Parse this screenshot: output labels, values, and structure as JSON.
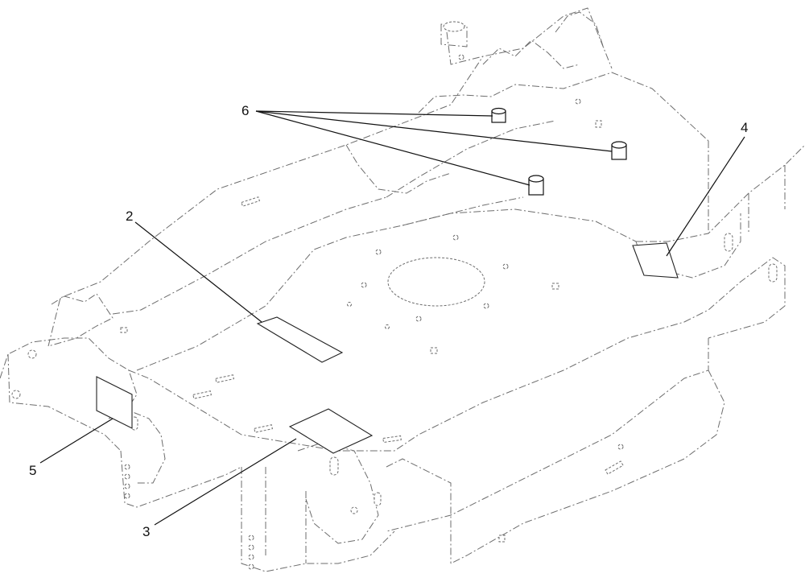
{
  "callouts": {
    "item_2": "2",
    "item_3": "3",
    "item_4": "4",
    "item_5": "5",
    "item_6": "6"
  },
  "colors": {
    "outline": "#6d6d6d",
    "leader": "#111111",
    "background": "#ffffff"
  }
}
